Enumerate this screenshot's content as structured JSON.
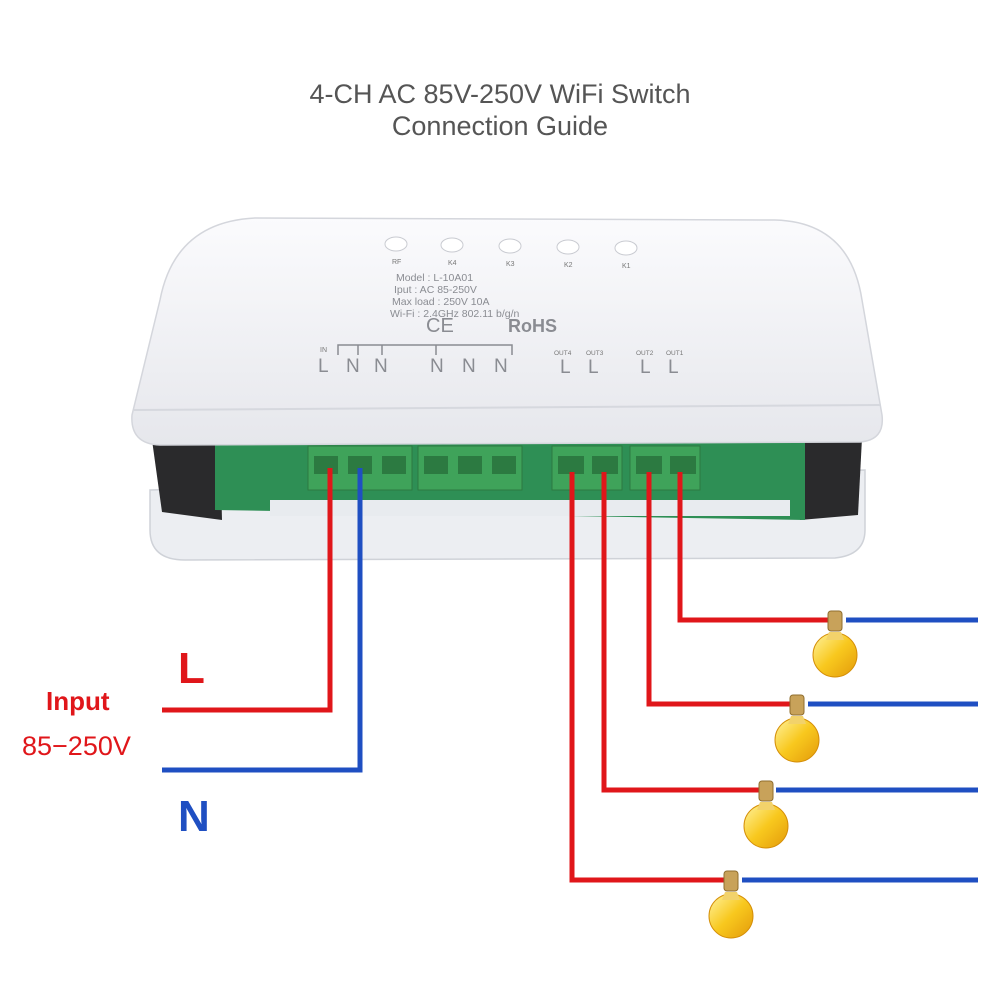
{
  "title": {
    "line1": "4-CH AC 85V-250V WiFi Switch",
    "line2": "Connection Guide"
  },
  "device": {
    "leds": [
      "RF",
      "K4",
      "K3",
      "K2",
      "K1"
    ],
    "label_lines": [
      "Model : L-10A01",
      "Iput : AC 85-250V",
      "Max load : 250V 10A",
      "Wi-Fi : 2.4GHz 802.11 b/g/n"
    ],
    "marks": [
      "CE",
      "RoHS"
    ],
    "in_label": "IN",
    "terminal_letters": [
      "L",
      "N",
      "N",
      "N",
      "N",
      "N",
      "L",
      "L",
      "L",
      "L"
    ],
    "out_labels": [
      "OUT4",
      "OUT3",
      "OUT2",
      "OUT1"
    ]
  },
  "labels": {
    "L": "L",
    "N": "N",
    "input": "Input",
    "voltage": "85−250V"
  },
  "colors": {
    "live_wire": "#e0161a",
    "neutral_wire": "#1f4fc2",
    "terminal": "#3fa35a",
    "bulb": "#f5c21b"
  },
  "bulb_count": 4
}
